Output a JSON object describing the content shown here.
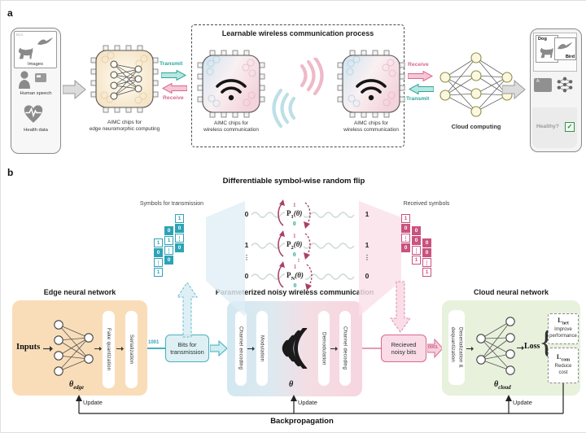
{
  "panel_a": {
    "label": "a",
    "input_panel": {
      "corner_tag": "RCC",
      "images_label": "Images",
      "speech_label": "Human speech",
      "health_label": "Health data"
    },
    "edge_chip_caption": [
      "AIMC chips for",
      "edge neuromorphic computing"
    ],
    "left_link": {
      "transmit": "Transmit",
      "receive": "Receive"
    },
    "wireless_box": {
      "title": "Learnable wireless communication process",
      "chip1_caption": [
        "AIMC chips for",
        "wireless communication"
      ],
      "chip2_caption": [
        "AIMC chips for",
        "wireless communication"
      ]
    },
    "right_link": {
      "receive": "Receive",
      "transmit": "Transmit"
    },
    "cloud_caption": "Cloud computing",
    "output_panel": {
      "dog": "Dog",
      "bird": "Bird",
      "answer_tag": "A:",
      "healthy": "Healthy?",
      "check": "✓"
    },
    "colors": {
      "teal": "#2aa79b",
      "pink": "#d9688f"
    }
  },
  "panel_b": {
    "label": "b",
    "flip_title": "Differentiable symbol-wise random flip",
    "tx_label": "Symbols for transmission",
    "rx_label": "Received symbols",
    "dots": "⋮",
    "tx_stacks": [
      [
        "1",
        "0",
        "⋮",
        "1"
      ],
      [
        "0",
        "1",
        "⋮",
        "0"
      ],
      [
        "1",
        "0",
        "⋮",
        "0"
      ]
    ],
    "rx_stacks": [
      [
        "1",
        "0",
        "⋮",
        "0"
      ],
      [
        "0",
        "0",
        "⋮",
        "1"
      ],
      [
        "0",
        "0",
        "⋮",
        "1"
      ]
    ],
    "flip_rows": [
      {
        "in": "0",
        "p_base": "P",
        "p_sub": "1",
        "p_arg": "(θ)",
        "top": "1",
        "bottom": "0",
        "out": "1"
      },
      {
        "in": "1",
        "p_base": "P",
        "p_sub": "2",
        "p_arg": "(θ)",
        "top": "1",
        "bottom": "0",
        "out": "1"
      },
      {
        "in": "0",
        "p_base": "P",
        "p_sub": "N",
        "p_arg": "(θ)",
        "top": "1",
        "bottom": "0",
        "out": "0"
      }
    ],
    "edge_nn": {
      "title": "Edge neural network",
      "inputs": "Inputs",
      "fake_quantization": "Fake quantization",
      "serialization": "Serialization",
      "theta_base": "θ",
      "theta_sub": "edge",
      "update": "Update"
    },
    "bits_tx": {
      "bits": "1001",
      "label": [
        "Bits for",
        "transmission"
      ]
    },
    "channel": {
      "title": "Parameterized noisy wireless communication",
      "blocks": [
        "Channel encoding",
        "Modulation",
        "Demodulation",
        "Channel decoding"
      ],
      "theta": "θ",
      "update": "Update"
    },
    "noisy_rx": {
      "bits": "0001",
      "label": [
        "Recieved",
        "noisy bits"
      ]
    },
    "cloud_nn": {
      "title": "Cloud neural network",
      "deserialization": [
        "Deserialization &",
        "dequantization"
      ],
      "loss": "Loss",
      "brace": "{",
      "l_net": {
        "base": "L",
        "sub": "net",
        "desc": [
          "Improve",
          "performance"
        ]
      },
      "l_com": {
        "base": "L",
        "sub": "com",
        "desc": [
          "Reduce",
          "cost"
        ]
      },
      "theta_base": "θ",
      "theta_sub": "cloud",
      "update": "Update"
    },
    "backprop": "Backpropagation"
  }
}
